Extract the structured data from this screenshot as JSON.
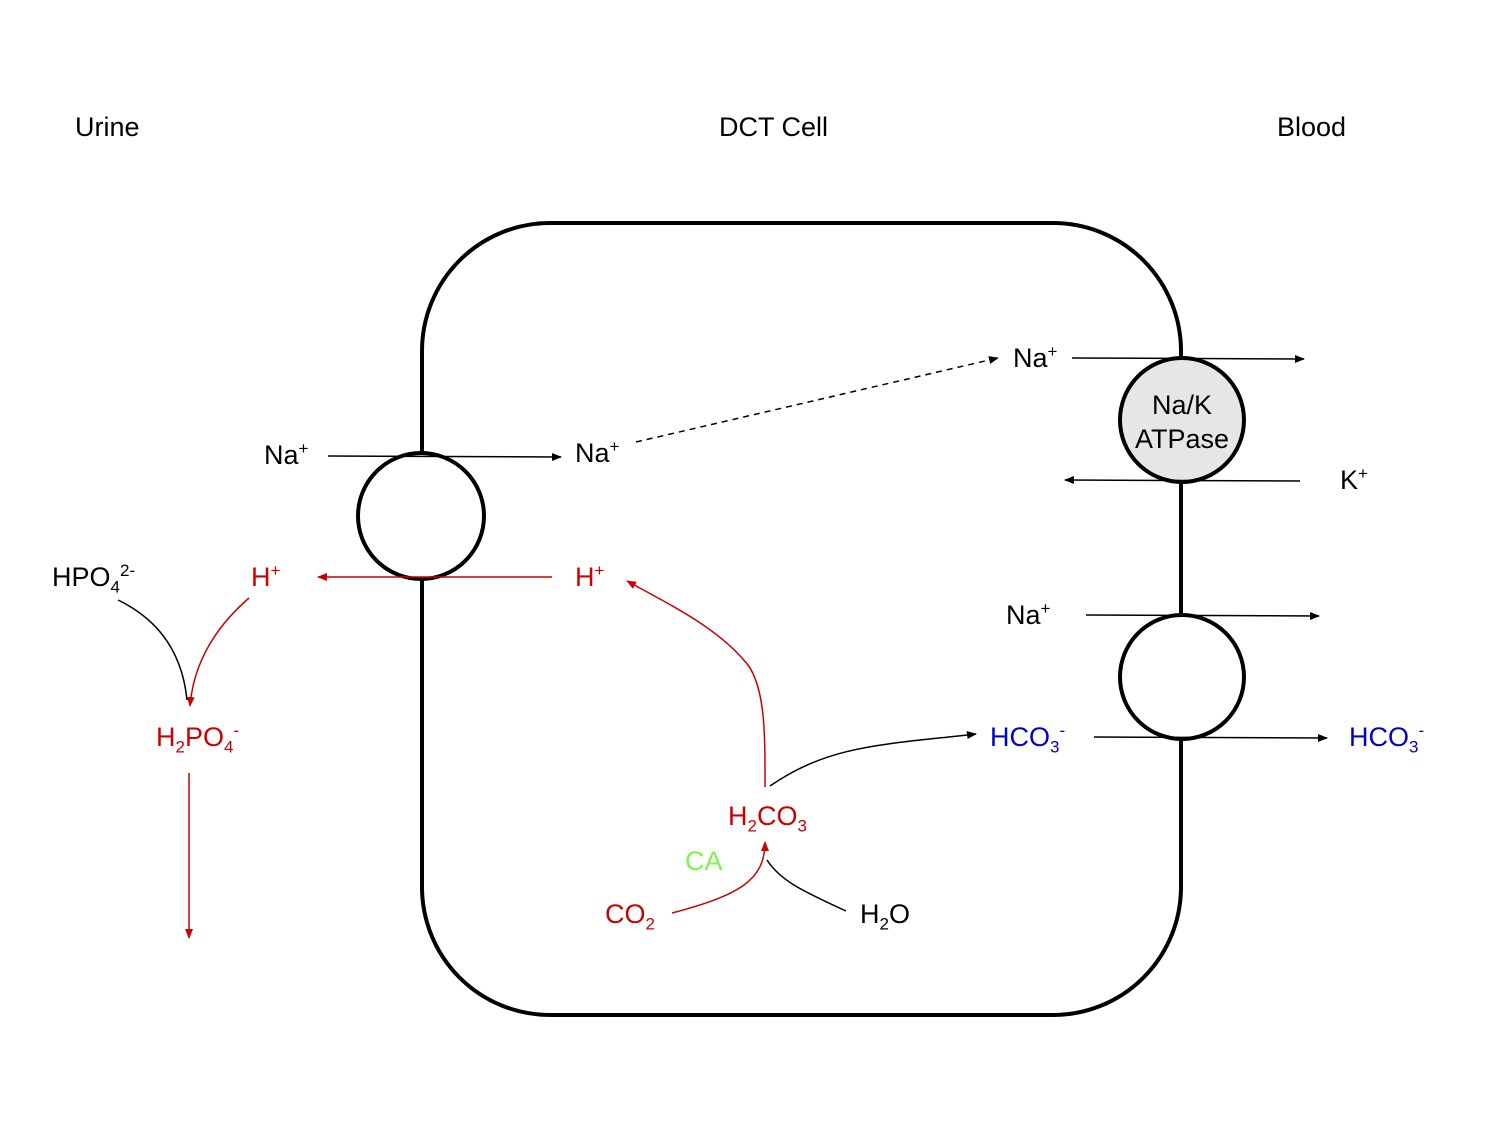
{
  "regions": {
    "urine": "Urine",
    "cell": "DCT Cell",
    "blood": "Blood"
  },
  "species": {
    "na_urine": {
      "base": "Na",
      "sup": "+"
    },
    "na_cell": {
      "base": "Na",
      "sup": "+"
    },
    "na_top": {
      "base": "Na",
      "sup": "+"
    },
    "k_blood": {
      "base": "K",
      "sup": "+"
    },
    "na_basal": {
      "base": "Na",
      "sup": "+"
    },
    "hpo4": {
      "base": "HPO",
      "sub": "4",
      "sup": "2-"
    },
    "h_urine": {
      "base": "H",
      "sup": "+"
    },
    "h_cell": {
      "base": "H",
      "sup": "+"
    },
    "h2po4": {
      "p1": "H",
      "s1": "2",
      "p2": "PO",
      "s2": "4",
      "sup": "-"
    },
    "hco3_cell": {
      "base": "HCO",
      "sub": "3",
      "sup": "-"
    },
    "hco3_blood": {
      "base": "HCO",
      "sub": "3",
      "sup": "-"
    },
    "h2co3": {
      "p1": "H",
      "s1": "2",
      "p2": "CO",
      "s2": "3"
    },
    "ca": "CA",
    "co2": {
      "base": "CO",
      "sub": "2"
    },
    "h2o": {
      "p1": "H",
      "s1": "2",
      "p2": "O"
    }
  },
  "pump": {
    "line1": "Na/K",
    "line2": "ATPase"
  },
  "colors": {
    "black": "#000000",
    "red": "#cc0000",
    "blue": "#0000cc",
    "green": "#7ff54a",
    "pump_fill": "#e6e6e6"
  }
}
